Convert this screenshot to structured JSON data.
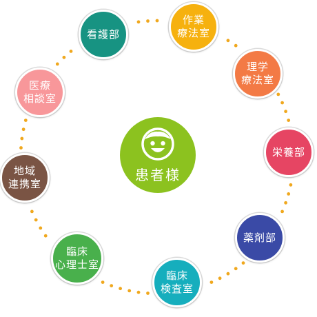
{
  "center": {
    "label": "患者様",
    "icon": "smiling-face-icon",
    "color": "#8cc21f"
  },
  "departments": [
    {
      "id": "nursing",
      "lines": [
        "看護部"
      ],
      "color": "#179382"
    },
    {
      "id": "occupational-therapy",
      "lines": [
        "作業",
        "療法室"
      ],
      "color": "#f6b10f"
    },
    {
      "id": "physical-therapy",
      "lines": [
        "理学",
        "療法室"
      ],
      "color": "#f37a45"
    },
    {
      "id": "nutrition",
      "lines": [
        "栄養部"
      ],
      "color": "#e64563"
    },
    {
      "id": "pharmacy",
      "lines": [
        "薬剤部"
      ],
      "color": "#3a4aa6"
    },
    {
      "id": "clinical-laboratory",
      "lines": [
        "臨床",
        "検査室"
      ],
      "color": "#16aebd"
    },
    {
      "id": "clinical-psychology",
      "lines": [
        "臨床",
        "心理士室"
      ],
      "color": "#49b04c"
    },
    {
      "id": "regional-liaison",
      "lines": [
        "地域",
        "連携室"
      ],
      "color": "#7a5444"
    },
    {
      "id": "medical-consultation",
      "lines": [
        "医療",
        "相談室"
      ],
      "color": "#f8979a"
    }
  ],
  "connector_color": "#f0a81e"
}
